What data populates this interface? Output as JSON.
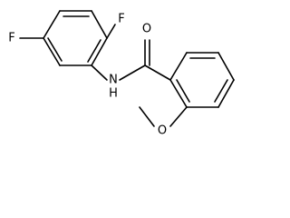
{
  "molecule": {
    "atoms": {
      "fluorine_top": "F",
      "fluorine_left": "F",
      "amide_nitrogen": "N",
      "amide_hydrogen": "H",
      "carbonyl_oxygen": "O",
      "methoxy_oxygen": "O"
    }
  }
}
